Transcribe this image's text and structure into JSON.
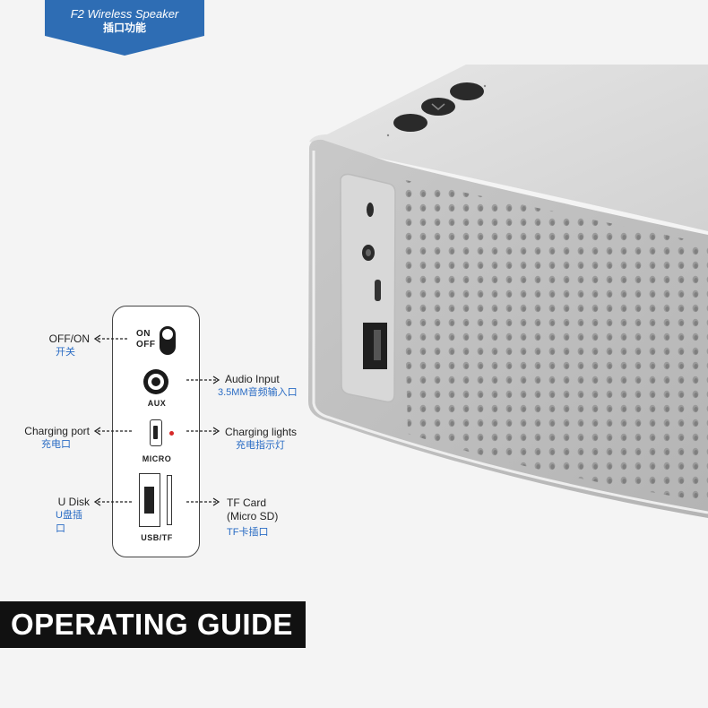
{
  "banner": {
    "title_en": "F2 Wireless Speaker",
    "title_zh": "插口功能"
  },
  "panel": {
    "switch_on": "ON",
    "switch_off": "OFF",
    "aux_label": "AUX",
    "micro_label": "MICRO",
    "usb_tf_label": "USB/TF"
  },
  "callouts": {
    "off_on": {
      "en": "OFF/ON",
      "zh": "开关"
    },
    "audio_input": {
      "en": "Audio Input",
      "zh": "3.5MM音频输入口"
    },
    "charging_port": {
      "en": "Charging port",
      "zh": "充电口"
    },
    "charging_lights": {
      "en": "Charging lights",
      "zh": "充电指示灯"
    },
    "u_disk": {
      "en": "U Disk",
      "zh": "U盘插口"
    },
    "tf_card": {
      "en": "TF Card",
      "en2": "(Micro SD)",
      "zh": "TF卡插口"
    }
  },
  "footer": {
    "title": "OPERATING GUIDE"
  },
  "colors": {
    "banner_blue": "#2e6db4",
    "accent_blue": "#2a6cc4",
    "led_red": "#d62828",
    "footer_bg": "#111111"
  }
}
